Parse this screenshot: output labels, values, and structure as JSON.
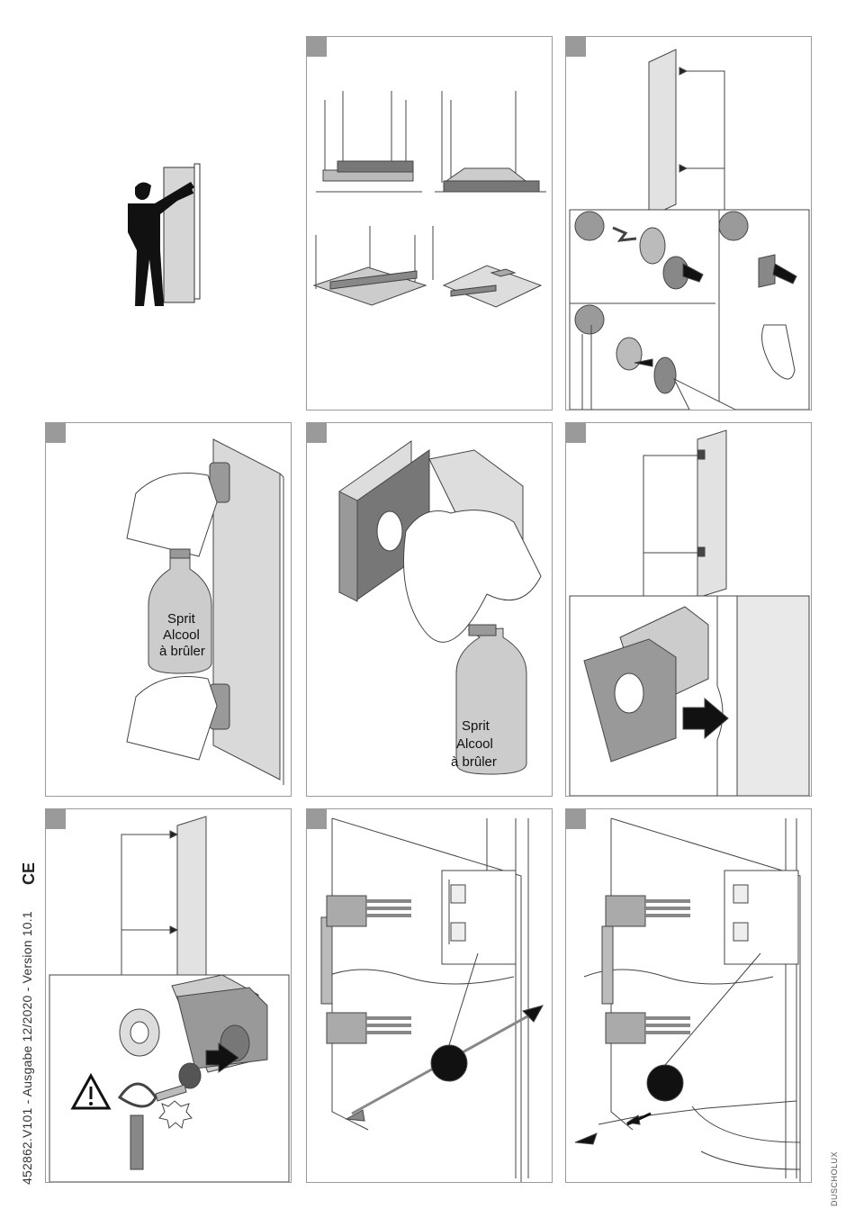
{
  "doc": {
    "footer_text": "452862.V101 - Ausgabe 12/2020 - Version 10.1",
    "ce_mark": "CE",
    "brand": "DUSCHOLUX"
  },
  "bottle": {
    "line1": "Sprit",
    "line2": "Alcool",
    "line3": "à brûler"
  },
  "icons": [
    "worker-icon",
    "spirit-level-icon",
    "glass-panel-icon",
    "hand-icon",
    "bottle-icon",
    "bracket-icon",
    "warning-icon",
    "torx-icon",
    "wrench-icon",
    "arrow-icon"
  ]
}
